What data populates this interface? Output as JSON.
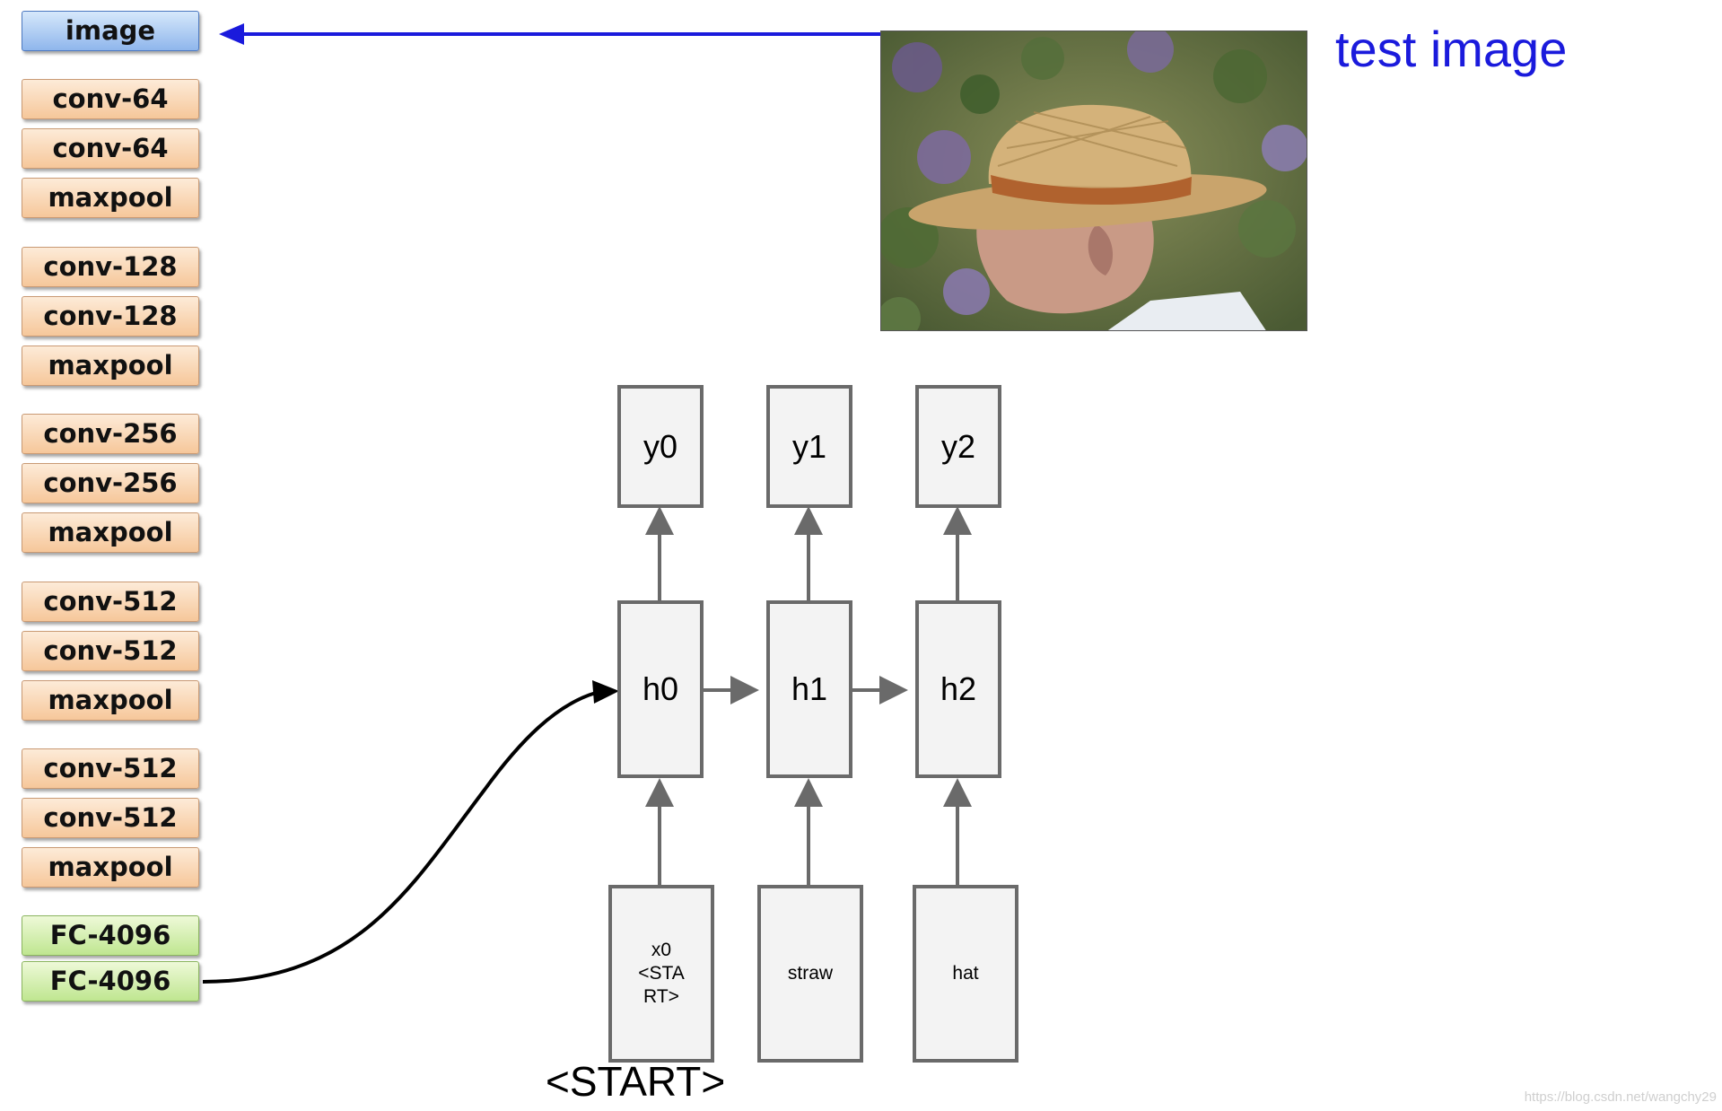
{
  "layers": [
    {
      "label": "image",
      "kind": "input"
    },
    {
      "label": "conv-64",
      "kind": "conv"
    },
    {
      "label": "conv-64",
      "kind": "conv"
    },
    {
      "label": "maxpool",
      "kind": "pool"
    },
    {
      "label": "conv-128",
      "kind": "conv"
    },
    {
      "label": "conv-128",
      "kind": "conv"
    },
    {
      "label": "maxpool",
      "kind": "pool"
    },
    {
      "label": "conv-256",
      "kind": "conv"
    },
    {
      "label": "conv-256",
      "kind": "conv"
    },
    {
      "label": "maxpool",
      "kind": "pool"
    },
    {
      "label": "conv-512",
      "kind": "conv"
    },
    {
      "label": "conv-512",
      "kind": "conv"
    },
    {
      "label": "maxpool",
      "kind": "pool"
    },
    {
      "label": "conv-512",
      "kind": "conv"
    },
    {
      "label": "conv-512",
      "kind": "conv"
    },
    {
      "label": "maxpool",
      "kind": "pool"
    },
    {
      "label": "FC-4096",
      "kind": "fc"
    },
    {
      "label": "FC-4096",
      "kind": "fc"
    }
  ],
  "test_image_label": "test image",
  "rnn": {
    "outputs": [
      "y0",
      "y1",
      "y2"
    ],
    "hidden": [
      "h0",
      "h1",
      "h2"
    ],
    "inputs": [
      "x0 <STA RT>",
      "straw",
      "hat"
    ]
  },
  "start_label": "<START>",
  "watermark": "https://blog.csdn.net/wangchy29",
  "colors": {
    "layer_conv": "#f6c79a",
    "layer_input": "#8fb6ec",
    "layer_fc": "#bfe690",
    "arrow_blue": "#1a1adc",
    "arrow_gray": "#6a6a6a",
    "node_fill": "#f3f3f3"
  }
}
